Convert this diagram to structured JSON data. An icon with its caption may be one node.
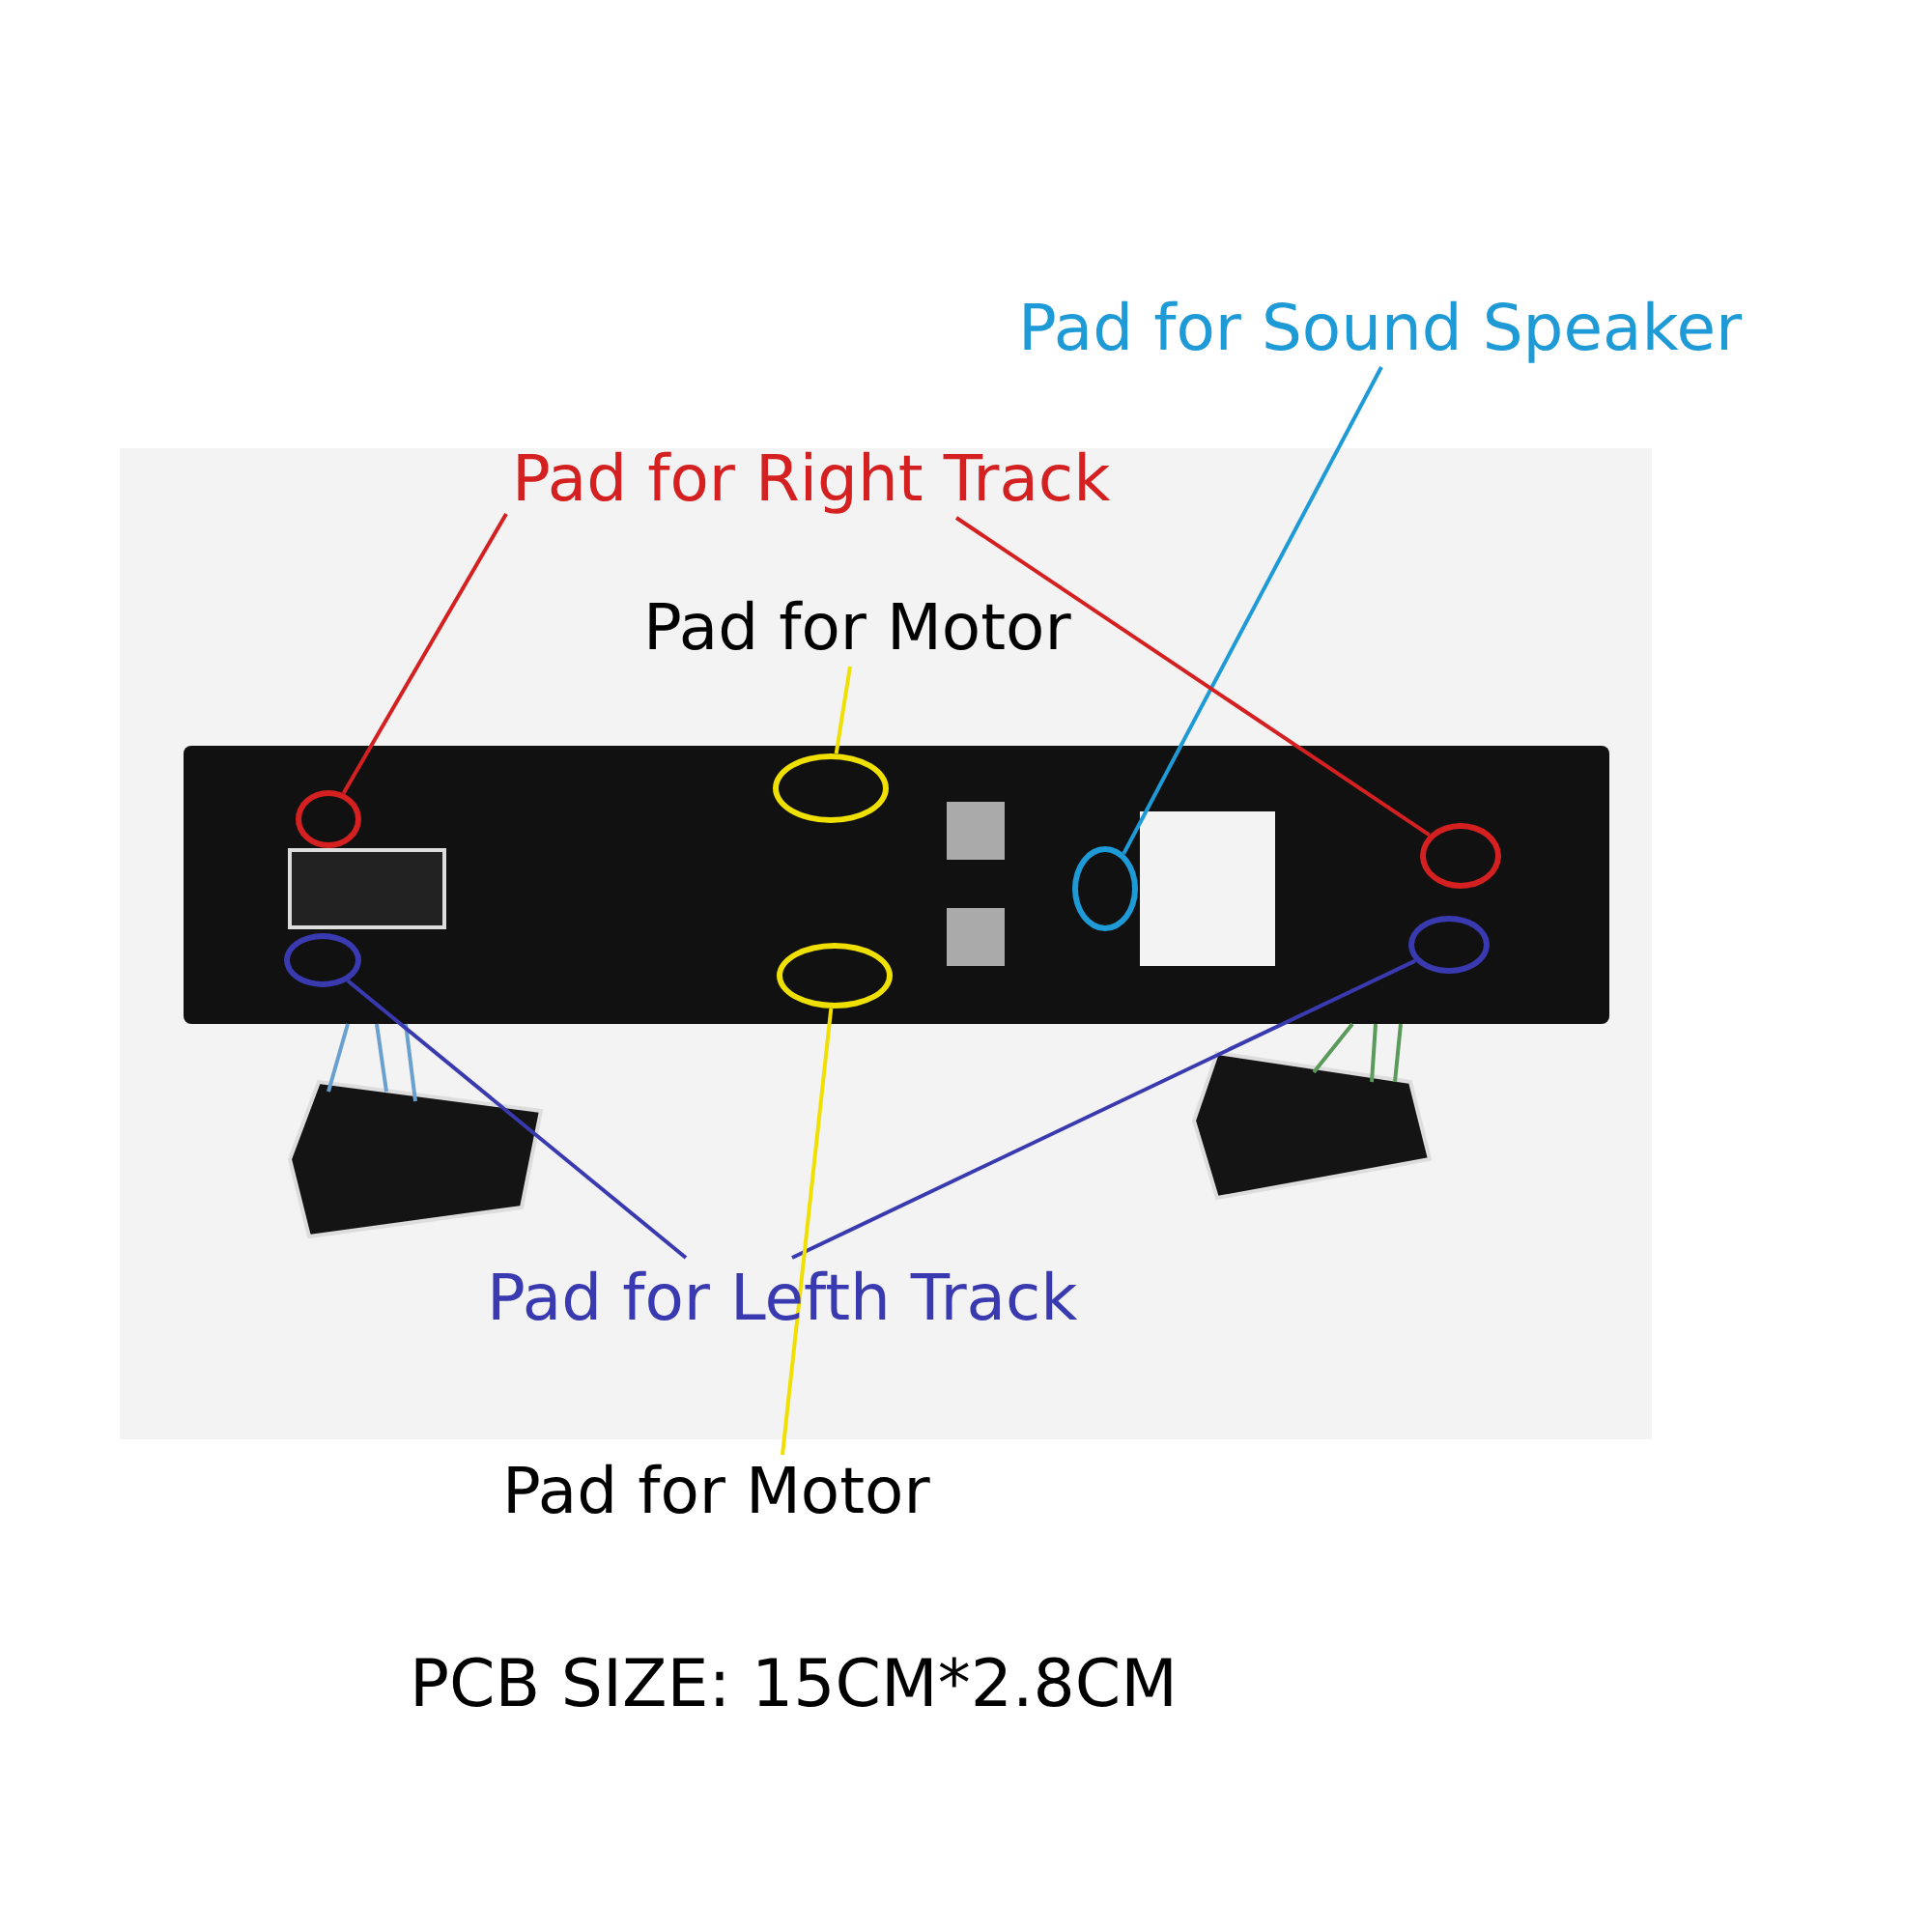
{
  "diagram": {
    "nodes": [
      {
        "text": [
          "Pad for Sound Speaker"
        ]
      },
      {
        "text": [
          "Pad for Right Track"
        ]
      },
      {
        "text": [
          "Pad for Motor"
        ]
      },
      {
        "text": [
          "Pad for Lefth Track"
        ]
      },
      {
        "text": [
          "Pad for Motor"
        ]
      },
      {
        "text": [],
        "shape": "circle"
      },
      {
        "text": [],
        "shape": "circle"
      },
      {
        "text": [],
        "shape": "circle"
      },
      {
        "text": [],
        "shape": "circle"
      },
      {
        "text": [],
        "shape": "circle"
      },
      {
        "text": [],
        "shape": "circle"
      },
      {
        "text": [],
        "shape": "circle"
      }
    ],
    "edges": [
      {
        "from": 0,
        "to": 9,
        "arrow": "none",
        "color": "#1e9ad6"
      },
      {
        "from": 1,
        "to": 5,
        "arrow": "none",
        "color": "#d42020"
      },
      {
        "from": 1,
        "to": 11,
        "arrow": "none",
        "color": "#d42020"
      },
      {
        "from": 2,
        "to": 7,
        "arrow": "none",
        "color": "#f0e000"
      },
      {
        "from": 3,
        "to": 6,
        "arrow": "none",
        "color": "#3a3ab0"
      },
      {
        "from": 3,
        "to": 10,
        "arrow": "none",
        "color": "#3a3ab0"
      },
      {
        "from": 4,
        "to": 8,
        "arrow": "none",
        "color": "#f0e000"
      }
    ],
    "labels": [
      "PCB SIZE: 15CM*2.8CM"
    ]
  }
}
